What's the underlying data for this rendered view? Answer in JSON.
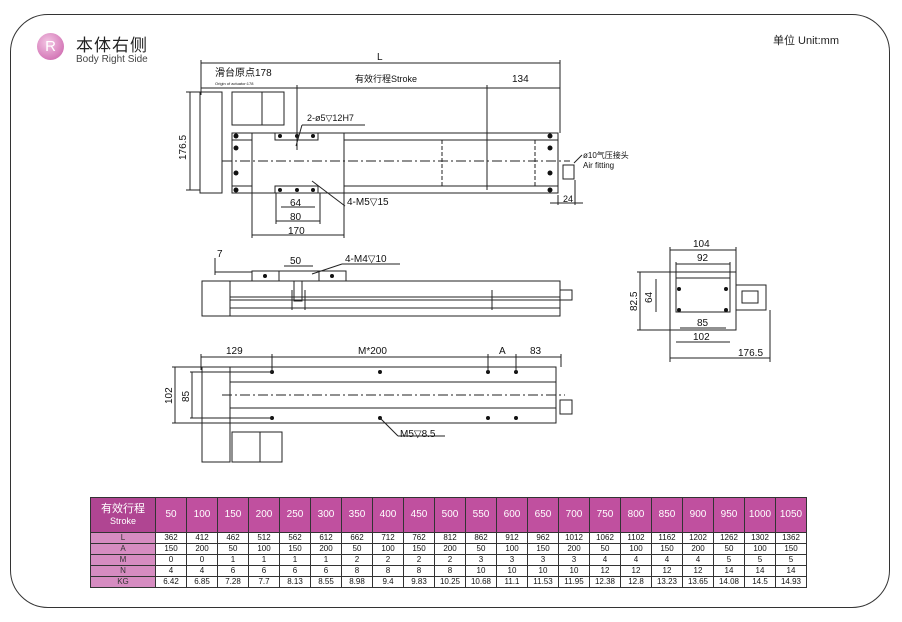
{
  "header": {
    "badge": "R",
    "title_cn": "本体右侧",
    "title_en": "Body Right Side",
    "unit": "单位 Unit:mm"
  },
  "drawing": {
    "top_view": {
      "L": "L",
      "origin_cn": "滑台原点178",
      "origin_en": "Origin of actuator:178",
      "stroke": "有效行程Stroke",
      "d134": "134",
      "height": "176.5",
      "hole1": "2-ø5▽12H7",
      "hole2": "4-M5▽15",
      "d64": "64",
      "d80": "80",
      "d170": "170",
      "fitting_cn": "ø10气压接头",
      "fitting_en": "Air fitting",
      "d24": "24"
    },
    "side_view": {
      "d7": "7",
      "d50": "50",
      "hole": "4-M4▽10"
    },
    "bottom_view": {
      "d129": "129",
      "m200": "M*200",
      "A": "A",
      "d83": "83",
      "d102": "102",
      "d85": "85",
      "hole": "M5▽8.5"
    },
    "end_view": {
      "d104": "104",
      "d92": "92",
      "d82_5": "82.5",
      "d64": "64",
      "d85": "85",
      "d102": "102",
      "d176_5": "176.5"
    }
  },
  "table": {
    "header_cn": "有效行程",
    "header_en": "Stroke",
    "strokes": [
      "50",
      "100",
      "150",
      "200",
      "250",
      "300",
      "350",
      "400",
      "450",
      "500",
      "550",
      "600",
      "650",
      "700",
      "750",
      "800",
      "850",
      "900",
      "950",
      "1000",
      "1050"
    ],
    "rows": [
      {
        "label": "L",
        "values": [
          "362",
          "412",
          "462",
          "512",
          "562",
          "612",
          "662",
          "712",
          "762",
          "812",
          "862",
          "912",
          "962",
          "1012",
          "1062",
          "1102",
          "1162",
          "1202",
          "1262",
          "1302",
          "1362"
        ]
      },
      {
        "label": "A",
        "values": [
          "150",
          "200",
          "50",
          "100",
          "150",
          "200",
          "50",
          "100",
          "150",
          "200",
          "50",
          "100",
          "150",
          "200",
          "50",
          "100",
          "150",
          "200",
          "50",
          "100",
          "150"
        ]
      },
      {
        "label": "M",
        "values": [
          "0",
          "0",
          "1",
          "1",
          "1",
          "1",
          "2",
          "2",
          "2",
          "2",
          "3",
          "3",
          "3",
          "3",
          "4",
          "4",
          "4",
          "4",
          "5",
          "5",
          "5"
        ]
      },
      {
        "label": "N",
        "values": [
          "4",
          "4",
          "6",
          "6",
          "6",
          "6",
          "8",
          "8",
          "8",
          "8",
          "10",
          "10",
          "10",
          "10",
          "12",
          "12",
          "12",
          "12",
          "14",
          "14",
          "14"
        ]
      },
      {
        "label": "KG",
        "values": [
          "6.42",
          "6.85",
          "7.28",
          "7.7",
          "8.13",
          "8.55",
          "8.98",
          "9.4",
          "9.83",
          "10.25",
          "10.68",
          "11.1",
          "11.53",
          "11.95",
          "12.38",
          "12.8",
          "13.23",
          "13.65",
          "14.08",
          "14.5",
          "14.93"
        ]
      }
    ]
  }
}
